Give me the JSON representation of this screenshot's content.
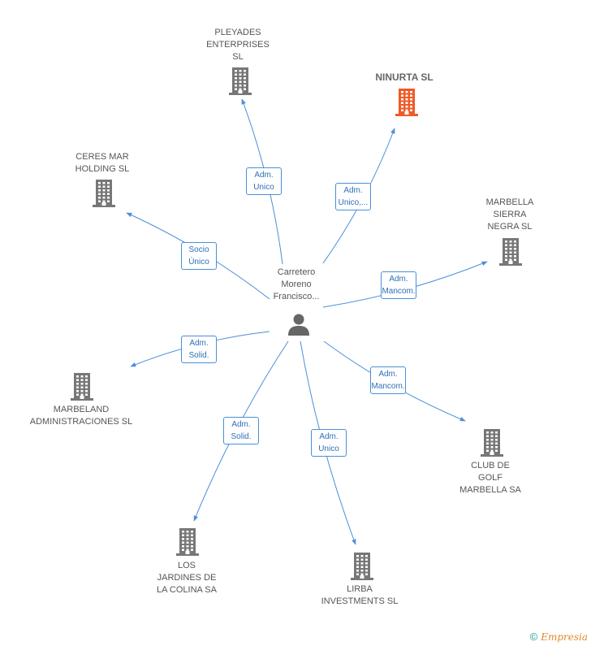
{
  "center": {
    "label": "Carretero\nMoreno\nFrancisco..."
  },
  "nodes": [
    {
      "id": "pleyades",
      "label": "PLEYADES\nENTERPRISES\nSL",
      "highlight": false
    },
    {
      "id": "ninurta",
      "label": "NINURTA SL",
      "highlight": true
    },
    {
      "id": "ceres",
      "label": "CERES MAR\nHOLDING  SL",
      "highlight": false
    },
    {
      "id": "marbella-sierra",
      "label": "MARBELLA\nSIERRA\nNEGRA SL",
      "highlight": false
    },
    {
      "id": "marbeland",
      "label": "MARBELAND\nADMINISTRACIONES SL",
      "highlight": false
    },
    {
      "id": "club-golf",
      "label": "CLUB DE\nGOLF\nMARBELLA SA",
      "highlight": false
    },
    {
      "id": "jardines",
      "label": "LOS\nJARDINES DE\nLA COLINA SA",
      "highlight": false
    },
    {
      "id": "lirba",
      "label": "LIRBA\nINVESTMENTS SL",
      "highlight": false
    }
  ],
  "edges": [
    {
      "target": "pleyades",
      "label": "Adm.\nUnico"
    },
    {
      "target": "ninurta",
      "label": "Adm.\nUnico,..."
    },
    {
      "target": "ceres",
      "label": "Socio\nÚnico"
    },
    {
      "target": "marbella-sierra",
      "label": "Adm.\nMancom."
    },
    {
      "target": "marbeland",
      "label": "Adm.\nSolid."
    },
    {
      "target": "club-golf",
      "label": "Adm.\nMancom."
    },
    {
      "target": "jardines",
      "label": "Adm.\nSolid."
    },
    {
      "target": "lirba",
      "label": "Adm.\nUnico"
    }
  ],
  "colors": {
    "edge": "#4a8fd8",
    "building": "#777777",
    "building_highlight": "#f05a28",
    "person": "#666666"
  },
  "footer": {
    "copyright": "©",
    "brand": "Empresia"
  }
}
